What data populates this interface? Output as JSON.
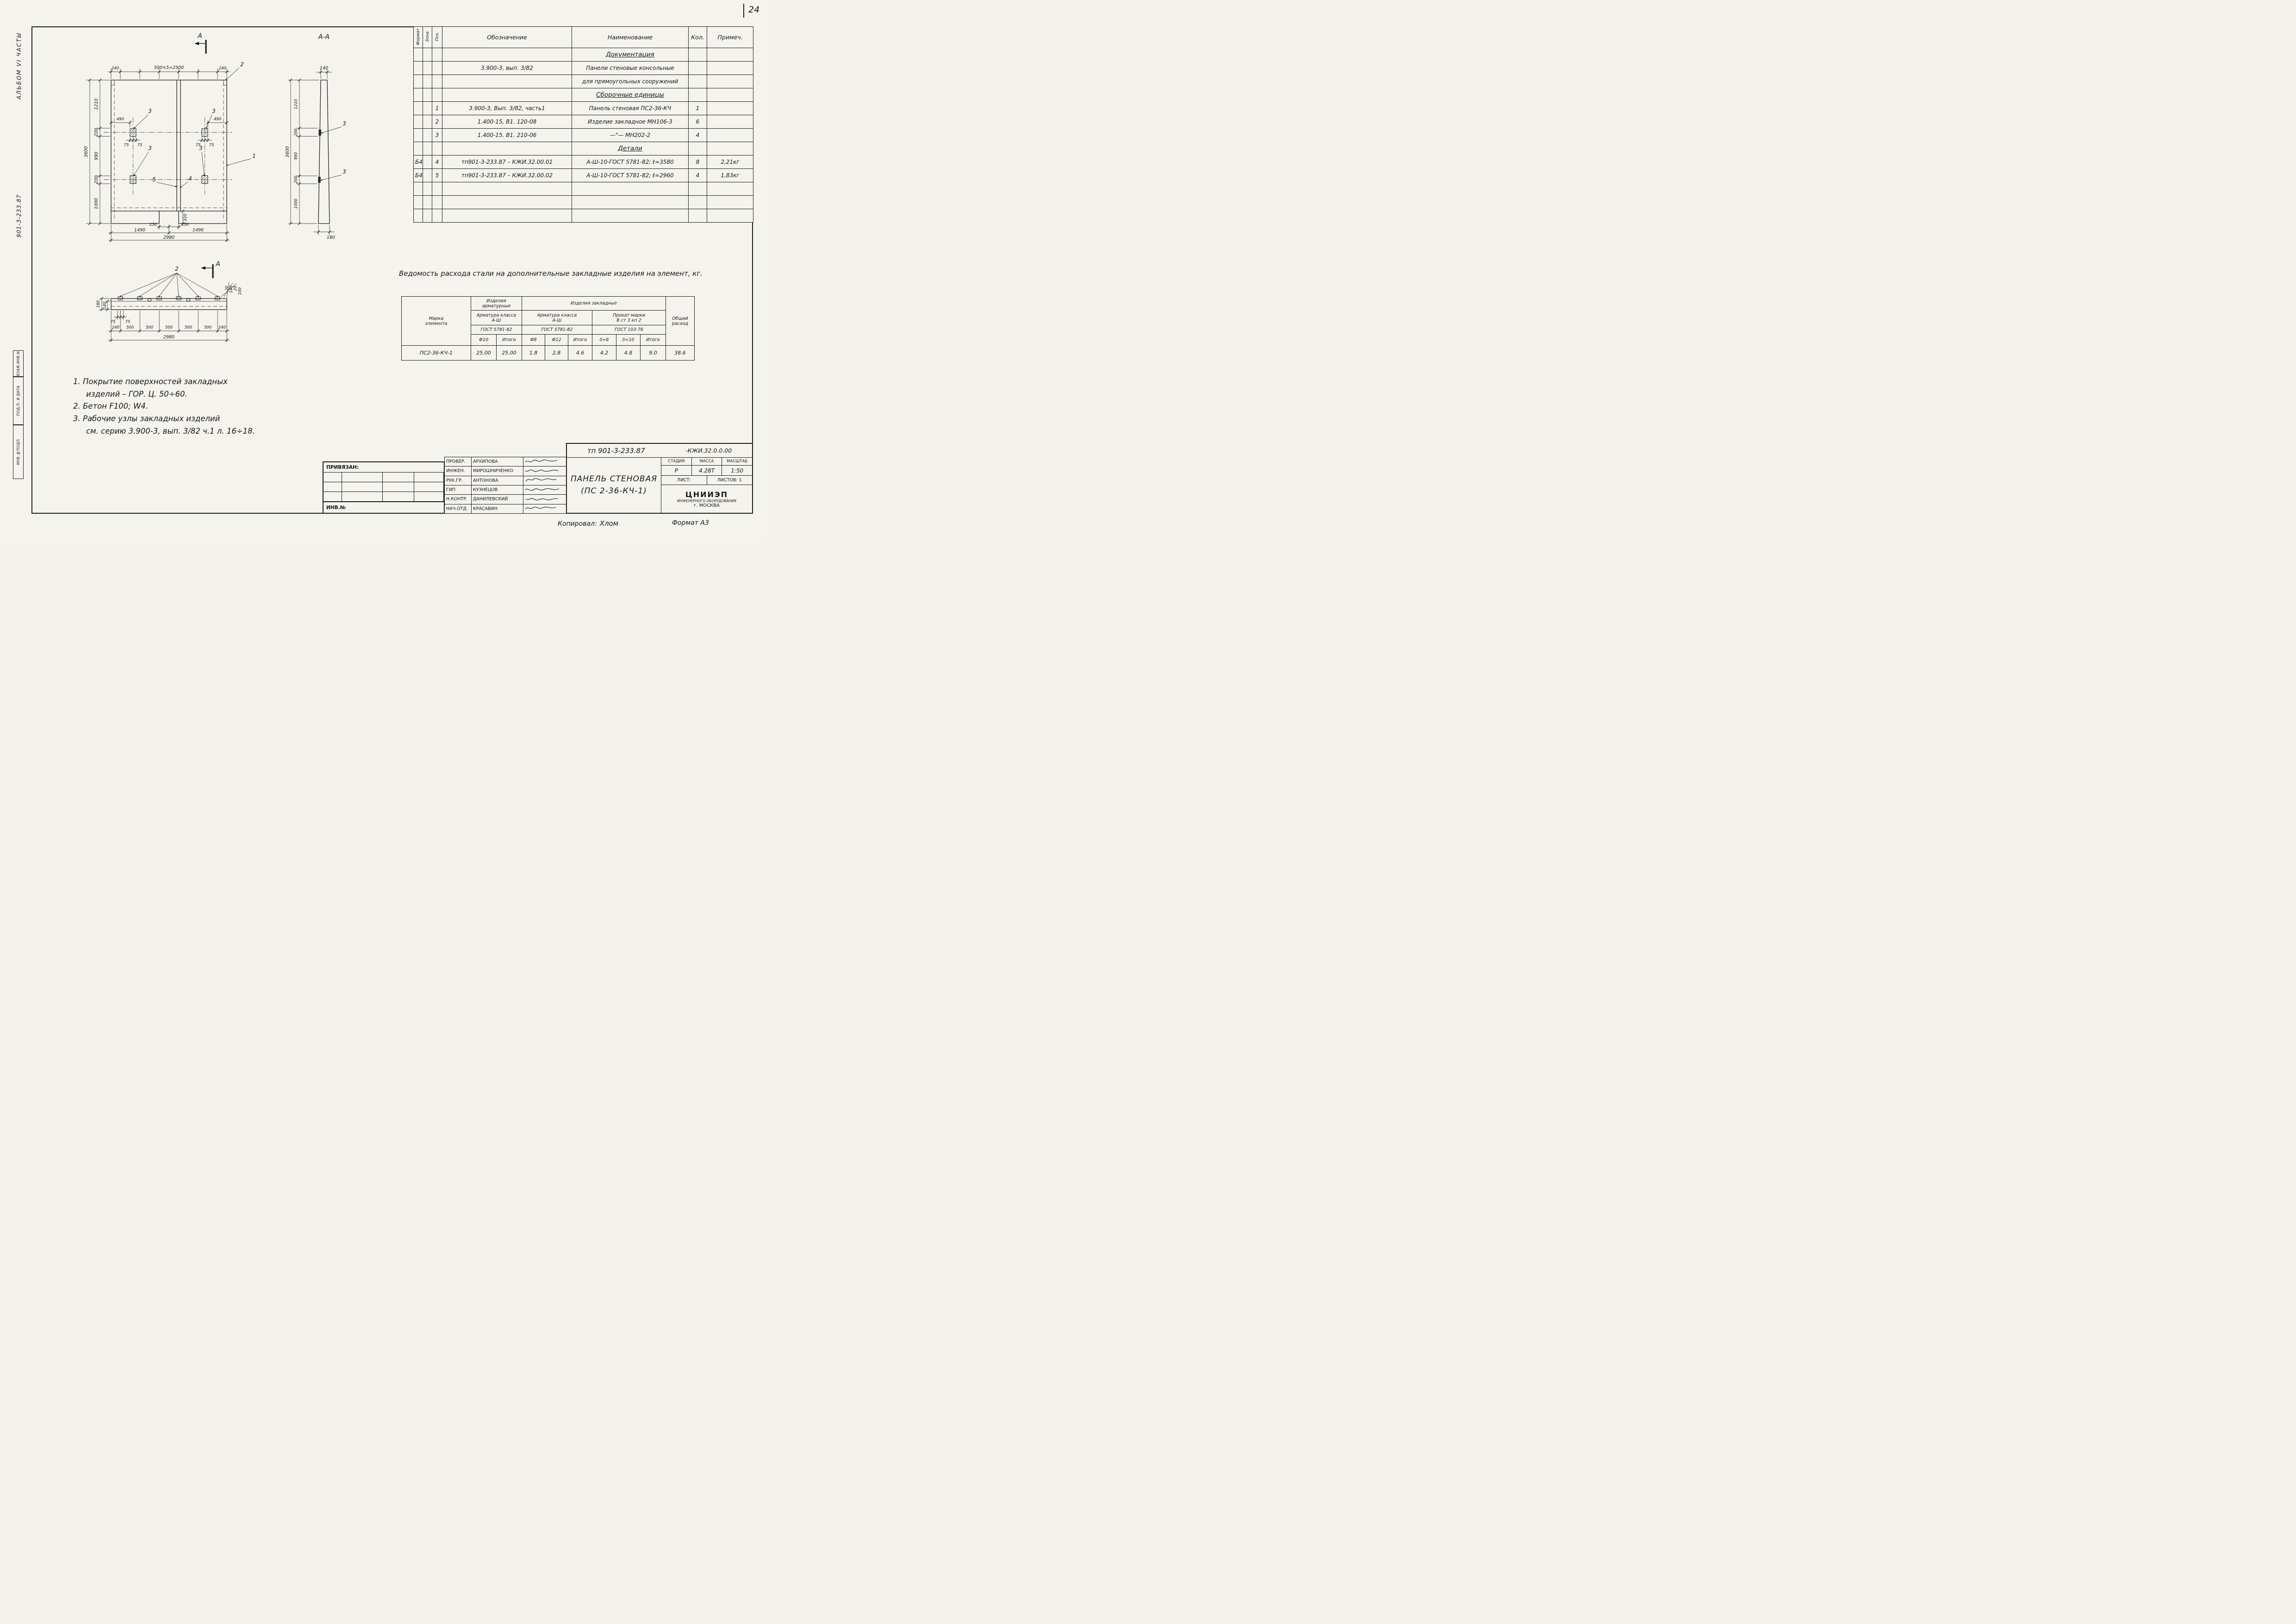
{
  "page": {
    "number": "24",
    "copied_label": "Копировал:",
    "copied_name": "Хлом",
    "format_label": "Формат А3"
  },
  "margin": {
    "album_label": "АЛЬБОМ  VI  ЧАСТЫ",
    "doc_label": "901-3-233.87",
    "box_vzam": "ВЗАМ.ИНВ.N",
    "box_podp": "ПОД.П. И ДАТА",
    "box_inv": "ИНВ.№ПОДЛ"
  },
  "spec_table": {
    "headers": {
      "format": "Формат",
      "zone": "Зона",
      "pos": "Поз.",
      "designation": "Обозначение",
      "name": "Наименование",
      "qty": "Кол.",
      "note": "Примеч."
    },
    "rows": [
      {
        "name": "Документация"
      },
      {
        "designation": "3.900-3, вып. 3/82",
        "name": "Панели стеновые консольные"
      },
      {
        "name": "для прямоугольных сооружений"
      },
      {
        "name": "Сборочные единицы"
      },
      {
        "pos": "1",
        "designation": "3.900-3, Вып. 3/82, часть1",
        "name": "Панель стеновая ПС2-36-КЧ",
        "qty": "1"
      },
      {
        "pos": "2",
        "designation": "1.400-15, В1. 120-08",
        "name": "Изделие закладное МН106-3",
        "qty": "6"
      },
      {
        "pos": "3",
        "designation": "1.400-15. В1. 210-06",
        "name": "—\"—   МН202-2",
        "qty": "4"
      },
      {
        "name": "Детали"
      },
      {
        "format": "Б4",
        "pos": "4",
        "designation": "тп901-3-233.87 – КЖИ.32.00.01",
        "name": "А-Ш-10-ГОСТ 5781-82; ℓ=3580",
        "qty": "8",
        "note": "2,21кг"
      },
      {
        "format": "Б4",
        "pos": "5",
        "designation": "тп901-3-233.87 – КЖИ.32.00.02",
        "name": "А-Ш-10-ГОСТ 5781-82; ℓ=2960",
        "qty": "4",
        "note": "1,83кг"
      }
    ]
  },
  "steel_table": {
    "title": "Ведомость  расхода  стали  на дополнительные  закладные  изделия  на элемент, кг.",
    "marka_l1": "Марка",
    "marka_l2": "элемента",
    "grp_arm_l1": "Изделия",
    "grp_arm_l2": "арматурные",
    "grp_emb": "Изделия  закладные",
    "arm_class_1": "Арматура класса",
    "class_1": "А-Ш",
    "gost_1": "ГОСТ 5781-82",
    "arm_class_2": "Арматура  класса",
    "class_2": "А-Ш",
    "gost_2": "ГОСТ 5781-82",
    "prokat": "Прокат  марки",
    "class_3": "В ст 3 кп 2",
    "gost_3": "ГОСТ 103-76",
    "col_f10": "Ф10",
    "col_itogo1": "Итого",
    "col_f8": "Ф8",
    "col_f12": "Ф12",
    "col_itogo2": "Итого",
    "col_d6": "δ=6",
    "col_d10": "δ=10",
    "col_itogo3": "Итого",
    "total_l1": "Общий",
    "total_l2": "расход",
    "row": {
      "marka": "ПС2-36-КЧ-1",
      "f10": "25.00",
      "itogo1": "25.00",
      "f8": "1.8",
      "f12": "2,8",
      "itogo2": "4.6",
      "d6": "4.2",
      "d10": "4.8",
      "itogo3": "9.0",
      "total": "38.6"
    }
  },
  "notes": {
    "line1": "1.  Покрытие   поверхностей  закладных",
    "line2": "изделий – ГОР. Ц. 50÷60.",
    "line3": "2.  Бетон  F100;  W4.",
    "line4": "3.  Рабочие  узлы  закладных  изделий",
    "line5": "см. серию  3.900-3, вып. 3/82 ч.1 л. 16÷18."
  },
  "title_block": {
    "privyazan": "ПРИВЯЗАН:",
    "inv_label": "ИНВ.№",
    "people": [
      {
        "role": "ПРОВЕР.",
        "name": "АРХИПОВА"
      },
      {
        "role": "ИНЖЕН.",
        "name": "МИРОШНИЧЕНКО"
      },
      {
        "role": "РУК.ГР.",
        "name": "АНТОНОВА"
      },
      {
        "role": "ГИП",
        "name": "КУЗНЕЦОВ"
      },
      {
        "role": "Н.КОНТР.",
        "name": "ДАНИЛЕВСКИЙ"
      },
      {
        "role": "НАЧ.ОТД",
        "name": "КРАСАВИН"
      }
    ],
    "doc_code": "тп 901-3-233.87",
    "doc_code2": "-КЖИ.32.0.0.00",
    "title_l1": "ПАНЕЛЬ СТЕНОВАЯ",
    "title_l2": "(ПС 2-36-КЧ-1)",
    "stage_label": "СТАДИЯ",
    "mass_label": "МАССА",
    "scale_label": "МАСШТАБ",
    "stage": "Р",
    "mass": "4.28Т",
    "scale": "1:50",
    "sheet_label": "ЛИСТ:",
    "sheets_label": "ЛИСТОВ: 1",
    "org1": "ЦНИИЭП",
    "org2": "ИНЖЕНЕРНОГО ОБОРУДОВАНИЯ",
    "org3": "г. МОСКВА"
  },
  "plan": {
    "marker_letter": "А",
    "pos1": "1",
    "pos2": "2",
    "pos3": "3",
    "pos4": "4",
    "pos5": "5",
    "dim_240_l": "240",
    "dim_2500": "500×5=2500",
    "dim_240_r": "240",
    "dim_3600": "3600",
    "seg1": "1210",
    "seg2": "200",
    "seg3": "990",
    "seg4": "200",
    "seg5": "1000",
    "dim_490_l": "490",
    "dim_490_r": "490",
    "dim75": "75",
    "dim_250_l": "250",
    "dim_250_r": "250",
    "dim_320": "320",
    "dim_1490_l": "1490",
    "dim_1490_r": "1490",
    "dim_2980": "2980"
  },
  "section": {
    "title": "А-А",
    "dim_140": "140",
    "dim_180": "180",
    "dim_3600": "3600",
    "seg1": "1210",
    "seg2": "200",
    "seg3": "990",
    "seg4": "200",
    "seg5": "1000",
    "pos3": "3"
  },
  "bottom_view": {
    "marker_letter": "А",
    "pos2": "2",
    "dim_180": "180",
    "dim_140": "140",
    "dim75": "75",
    "b1": "240",
    "b2": "500",
    "b3": "500",
    "b4": "500",
    "b5": "500",
    "b6": "500",
    "b7": "240",
    "dim_2980": "2980",
    "r1": "20",
    "r2": "140",
    "r3": "20",
    "r4": "100"
  }
}
